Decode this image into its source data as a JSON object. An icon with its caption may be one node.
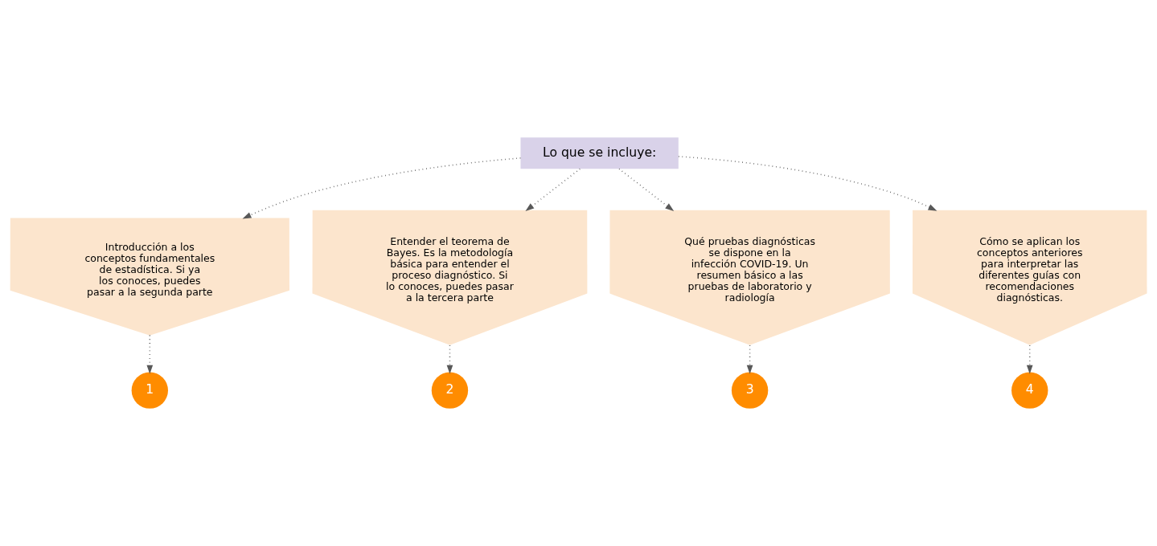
{
  "diagram": {
    "nodes": [
      {
        "text": [
          "Lo que se incluye:"
        ]
      },
      {
        "text": [
          "Introducción a los conceptos fundamentales de estadística. Si ya los conoces, puedes pasar a la segunda parte"
        ]
      },
      {
        "text": [
          "Entender el teorema de Bayes. Es la metodología básica para entender el proceso diagnóstico. Si lo conoces, puedes pasar a la tercera parte"
        ]
      },
      {
        "text": [
          "Qué pruebas diagnósticas se dispone en la infección COVID-19. Un resumen básico a las pruebas de laboratorio y radiología"
        ]
      },
      {
        "text": [
          "Cómo se aplican los conceptos anteriores para interpretar las diferentes guías con recomendaciones diagnósticas."
        ]
      },
      {
        "text": [
          "1"
        ]
      },
      {
        "text": [
          "2"
        ]
      },
      {
        "text": [
          "3"
        ]
      },
      {
        "text": [
          "4"
        ]
      }
    ],
    "edges": [
      {
        "from": 0,
        "to": 1,
        "arrow": "to",
        "style": "dashed"
      },
      {
        "from": 0,
        "to": 2,
        "arrow": "to",
        "style": "dashed"
      },
      {
        "from": 0,
        "to": 3,
        "arrow": "to",
        "style": "dashed"
      },
      {
        "from": 0,
        "to": 4,
        "arrow": "to",
        "style": "dashed"
      },
      {
        "from": 1,
        "to": 5,
        "arrow": "to",
        "style": "dashed"
      },
      {
        "from": 2,
        "to": 6,
        "arrow": "to",
        "style": "dashed"
      },
      {
        "from": 3,
        "to": 7,
        "arrow": "to",
        "style": "dashed"
      },
      {
        "from": 4,
        "to": 8,
        "arrow": "to",
        "style": "dashed"
      }
    ]
  }
}
